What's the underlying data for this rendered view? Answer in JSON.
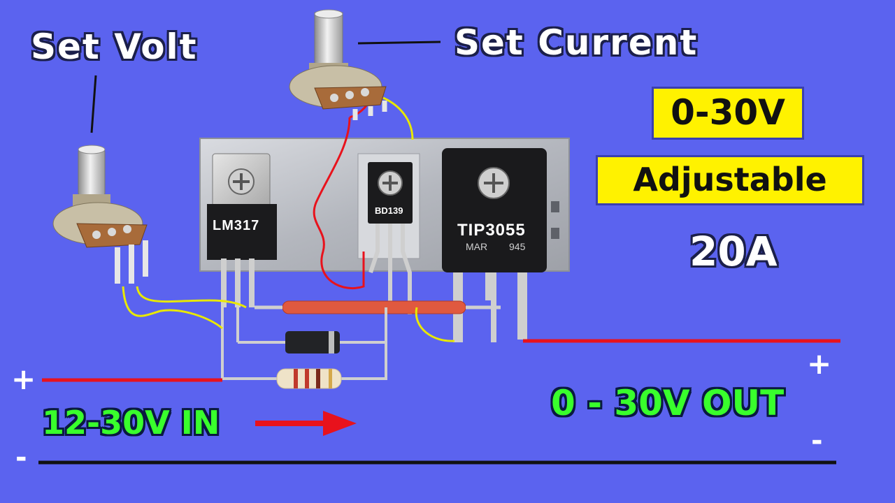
{
  "labels": {
    "set_volt": "Set Volt",
    "set_current": "Set Current",
    "range_box": "0-30V",
    "adjustable_box": "Adjustable",
    "current_rating": "20A",
    "input_label": "12-30V IN",
    "output_label": "0 - 30V OUT",
    "input_plus": "+",
    "input_minus": "-",
    "output_plus": "+",
    "output_minus": "-"
  },
  "components": {
    "regulator": "LM317",
    "driver_transistor": "BD139",
    "power_transistor": "TIP3055",
    "power_transistor_marking": "MAR",
    "power_transistor_code": "945"
  },
  "colors": {
    "background": "#5b63ef",
    "highlight_box": "#fff200",
    "positive_rail": "#e8121c",
    "negative_rail": "#111111",
    "label_green": "#39ff2c"
  },
  "icons": {
    "potentiometer": "potentiometer-icon",
    "arrow": "right-arrow-icon"
  }
}
